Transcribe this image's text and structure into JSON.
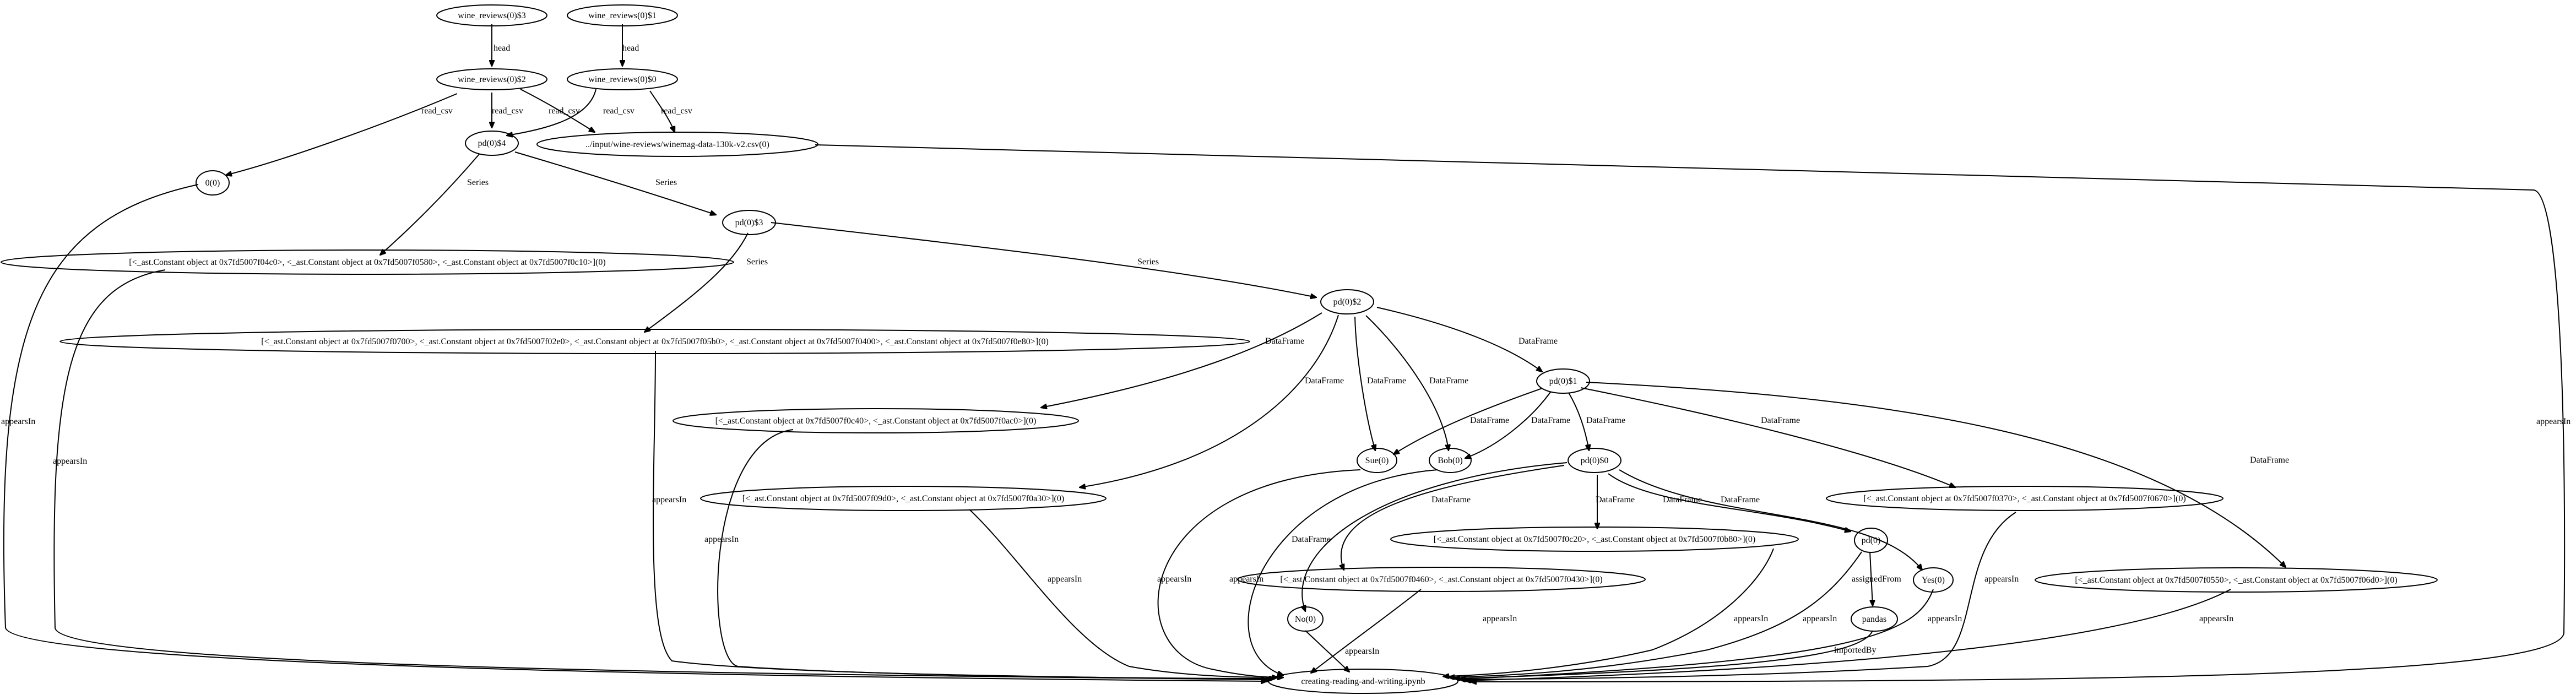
{
  "graph": {
    "nodes": {
      "wr3": "wine_reviews(0)$3",
      "wr1": "wine_reviews(0)$1",
      "wr2": "wine_reviews(0)$2",
      "wr0": "wine_reviews(0)$0",
      "pd4": "pd(0)$4",
      "csv": "../input/wine-reviews/winemag-data-130k-v2.csv(0)",
      "zero": "0(0)",
      "pd3": "pd(0)$3",
      "c1": "[<_ast.Constant object at 0x7fd5007f04c0>, <_ast.Constant object at 0x7fd5007f0580>, <_ast.Constant object at 0x7fd5007f0c10>](0)",
      "c2": "[<_ast.Constant object at 0x7fd5007f0700>, <_ast.Constant object at 0x7fd5007f02e0>, <_ast.Constant object at 0x7fd5007f05b0>, <_ast.Constant object at 0x7fd5007f0400>, <_ast.Constant object at 0x7fd5007f0e80>](0)",
      "pd2": "pd(0)$2",
      "pd1": "pd(0)$1",
      "c3": "[<_ast.Constant object at 0x7fd5007f0c40>, <_ast.Constant object at 0x7fd5007f0ac0>](0)",
      "sue": "Sue(0)",
      "bob": "Bob(0)",
      "pd0": "pd(0)$0",
      "c4": "[<_ast.Constant object at 0x7fd5007f09d0>, <_ast.Constant object at 0x7fd5007f0a30>](0)",
      "c5": "[<_ast.Constant object at 0x7fd5007f0370>, <_ast.Constant object at 0x7fd5007f0670>](0)",
      "c6": "[<_ast.Constant object at 0x7fd5007f0c20>, <_ast.Constant object at 0x7fd5007f0b80>](0)",
      "pdz": "pd(0)",
      "c7": "[<_ast.Constant object at 0x7fd5007f0460>, <_ast.Constant object at 0x7fd5007f0430>](0)",
      "yes": "Yes(0)",
      "c8": "[<_ast.Constant object at 0x7fd5007f0550>, <_ast.Constant object at 0x7fd5007f06d0>](0)",
      "no": "No(0)",
      "pandas": "pandas",
      "nb": "creating-reading-and-writing.ipynb"
    },
    "edge_labels": {
      "head": "head",
      "read_csv": "read_csv",
      "series": "Series",
      "dataframe": "DataFrame",
      "appears_in": "appearsIn",
      "assigned_from": "assignedFrom",
      "imported_by": "importedBy"
    },
    "edges": [
      {
        "from": "wr3",
        "to": "wr2",
        "label": "head"
      },
      {
        "from": "wr1",
        "to": "wr0",
        "label": "head"
      },
      {
        "from": "wr2",
        "to": "zero",
        "label": "read_csv"
      },
      {
        "from": "wr2",
        "to": "pd4",
        "label": "read_csv"
      },
      {
        "from": "wr2",
        "to": "csv",
        "label": "read_csv"
      },
      {
        "from": "wr0",
        "to": "pd4",
        "label": "read_csv"
      },
      {
        "from": "wr0",
        "to": "csv",
        "label": "read_csv"
      },
      {
        "from": "pd4",
        "to": "c1",
        "label": "Series"
      },
      {
        "from": "pd4",
        "to": "pd3",
        "label": "Series"
      },
      {
        "from": "pd3",
        "to": "c2",
        "label": "Series"
      },
      {
        "from": "pd3",
        "to": "pd2",
        "label": "Series"
      },
      {
        "from": "pd2",
        "to": "c3",
        "label": "DataFrame"
      },
      {
        "from": "pd2",
        "to": "c4",
        "label": "DataFrame"
      },
      {
        "from": "pd2",
        "to": "sue",
        "label": "DataFrame"
      },
      {
        "from": "pd2",
        "to": "bob",
        "label": "DataFrame"
      },
      {
        "from": "pd2",
        "to": "pd1",
        "label": "DataFrame"
      },
      {
        "from": "pd1",
        "to": "sue",
        "label": "DataFrame"
      },
      {
        "from": "pd1",
        "to": "bob",
        "label": "DataFrame"
      },
      {
        "from": "pd1",
        "to": "pd0",
        "label": "DataFrame"
      },
      {
        "from": "pd1",
        "to": "c5",
        "label": "DataFrame"
      },
      {
        "from": "pd1",
        "to": "c8",
        "label": "DataFrame"
      },
      {
        "from": "pd0",
        "to": "c7",
        "label": "DataFrame"
      },
      {
        "from": "pd0",
        "to": "no",
        "label": "DataFrame"
      },
      {
        "from": "pd0",
        "to": "c6",
        "label": "DataFrame"
      },
      {
        "from": "pd0",
        "to": "pdz",
        "label": "DataFrame"
      },
      {
        "from": "pd0",
        "to": "yes",
        "label": "DataFrame"
      },
      {
        "from": "pdz",
        "to": "pandas",
        "label": "assignedFrom"
      },
      {
        "from": "zero",
        "to": "nb",
        "label": "appearsIn"
      },
      {
        "from": "c1",
        "to": "nb",
        "label": "appearsIn"
      },
      {
        "from": "c2",
        "to": "nb",
        "label": "appearsIn"
      },
      {
        "from": "c3",
        "to": "nb",
        "label": "appearsIn"
      },
      {
        "from": "c4",
        "to": "nb",
        "label": "appearsIn"
      },
      {
        "from": "sue",
        "to": "nb",
        "label": "appearsIn"
      },
      {
        "from": "bob",
        "to": "nb",
        "label": "appearsIn"
      },
      {
        "from": "c7",
        "to": "nb",
        "label": "appearsIn"
      },
      {
        "from": "c6",
        "to": "nb",
        "label": "appearsIn"
      },
      {
        "from": "no",
        "to": "nb",
        "label": "appearsIn"
      },
      {
        "from": "pdz",
        "to": "nb",
        "label": "appearsIn"
      },
      {
        "from": "pandas",
        "to": "nb",
        "label": "importedBy"
      },
      {
        "from": "yes",
        "to": "nb",
        "label": "appearsIn"
      },
      {
        "from": "c5",
        "to": "nb",
        "label": "appearsIn"
      },
      {
        "from": "c8",
        "to": "nb",
        "label": "appearsIn"
      },
      {
        "from": "csv",
        "to": "nb",
        "label": "appearsIn"
      }
    ]
  }
}
